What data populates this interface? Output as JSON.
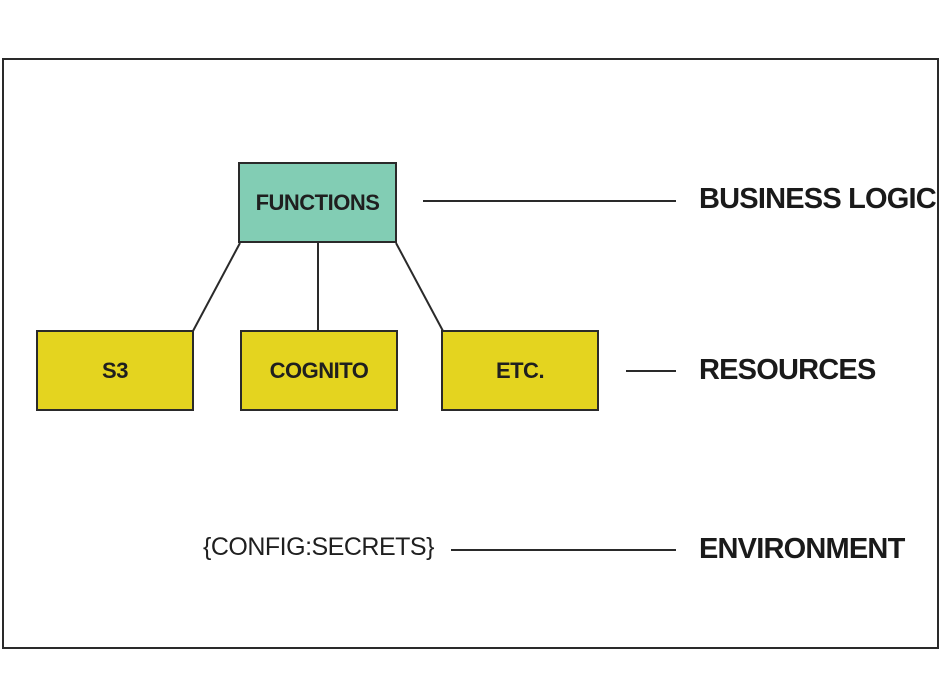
{
  "colors": {
    "functions_fill": "#82cdb4",
    "resource_fill": "#e4d41f",
    "border": "#2a2a2a"
  },
  "nodes": {
    "functions": "FUNCTIONS",
    "resources": [
      "S3",
      "COGNITO",
      "ETC."
    ],
    "environment": "{CONFIG:SECRETS}"
  },
  "layers": {
    "business_logic": "BUSINESS LOGIC",
    "resources": "RESOURCES",
    "environment": "ENVIRONMENT"
  }
}
